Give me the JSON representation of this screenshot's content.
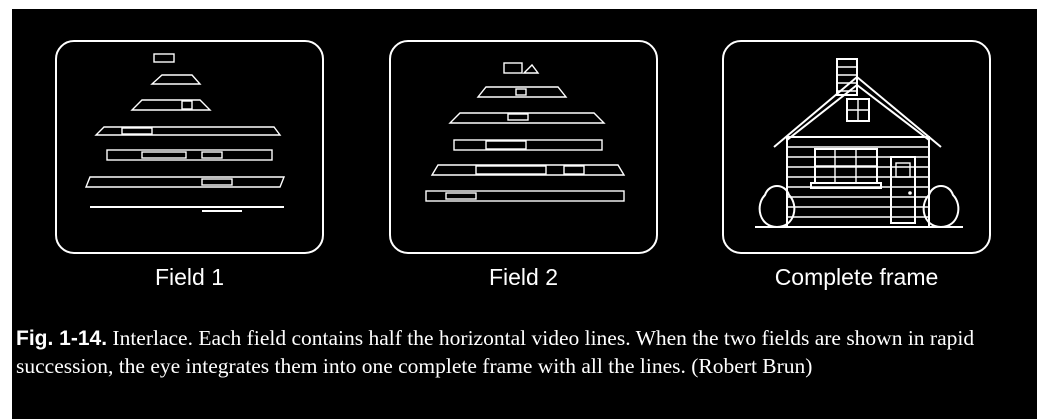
{
  "panels": [
    {
      "id": "field1",
      "label": "Field 1"
    },
    {
      "id": "field2",
      "label": "Field 2"
    },
    {
      "id": "complete",
      "label": "Complete frame"
    }
  ],
  "caption": {
    "figure_number": "Fig. 1-14.",
    "text": " Interlace. Each field contains half the horizontal video lines. When the two fields are shown in rapid succession, the eye integrates them into one complete frame with all the lines. (Robert Brun)"
  },
  "colors": {
    "background": "#000000",
    "foreground": "#ffffff",
    "page": "#ffffff"
  }
}
